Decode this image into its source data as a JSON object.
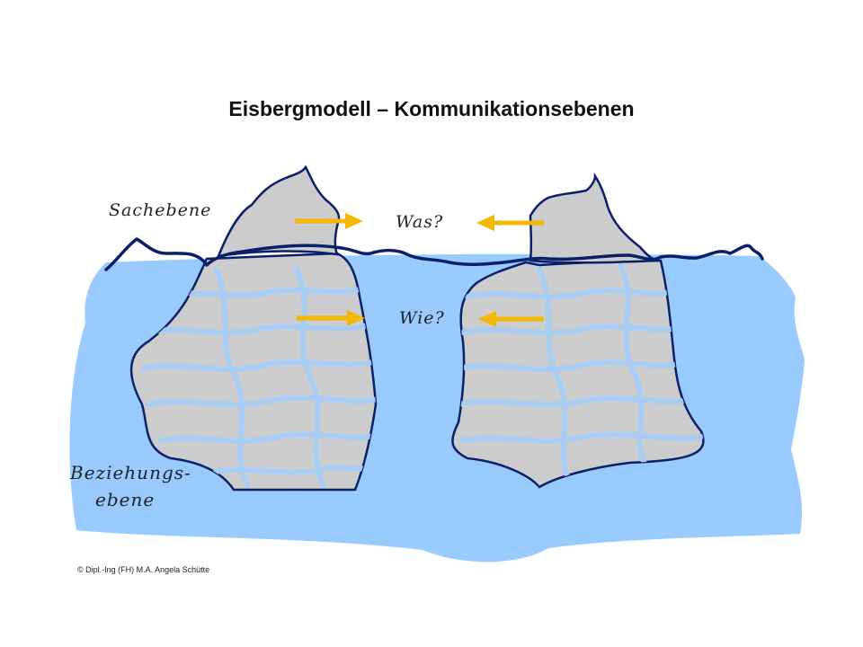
{
  "title": "Eisbergmodell – Kommunikationsebenen",
  "labels": {
    "sachebene": "Sachebene",
    "was": "Was?",
    "wie": "Wie?",
    "beziehungsebene_line1": "Beziehungs-",
    "beziehungsebene_line2": "ebene"
  },
  "copyright": "© Dipl.-Ing (FH) M.A. Angela Schütte",
  "colors": {
    "water": "#99cbff",
    "ice": "#cccccc",
    "outline": "#0b1f6b",
    "arrow": "#f5b800",
    "pattern": "#a7cdf5"
  }
}
